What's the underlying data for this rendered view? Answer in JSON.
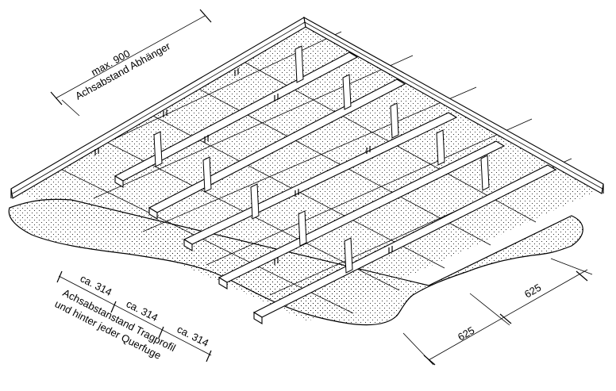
{
  "dimensions": {
    "hanger_spacing_max": "max. 900",
    "hanger_spacing_label": "Achsabstand Abhänger",
    "bearing_profile_spacing_1": "ca. 314",
    "bearing_profile_spacing_2": "ca. 314",
    "bearing_profile_spacing_3": "ca. 314",
    "bearing_profile_label_line1": "Achsabstanstand Tragprofil",
    "bearing_profile_label_line2": "und hinter jeder Querfuge",
    "panel_width_1": "625",
    "panel_width_2": "625"
  },
  "colors": {
    "line": "#000000",
    "background": "#ffffff"
  }
}
